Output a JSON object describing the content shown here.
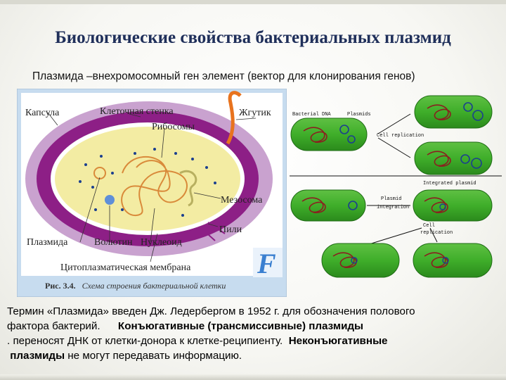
{
  "title": "Биологические свойства бактериальных плазмид",
  "subtitle": "Плазмида –внехромосомный ген элемент (вектор для клонирования генов)",
  "left_figure": {
    "labels": {
      "capsule": "Капсула",
      "cell_wall": "Клеточная стенка",
      "flagellum": "Жгутик",
      "ribosomes": "Рибосомы",
      "mesosome": "Мезосома",
      "pili": "Пили",
      "plasmid": "Плазмида",
      "volutin": "Волютин",
      "nucleoid": "Нуклеоид",
      "cytoplasmic_membrane": "Цитоплазматическая мембрана"
    },
    "caption_bold": "Рис. 3.4.",
    "caption": "Схема строения бактериальной клетки",
    "logo_letter": "F"
  },
  "right_figure": {
    "labels": {
      "bacterial_dna": "Bacterial DNA",
      "plasmids": "Plasmids",
      "cell_replication_1": "Cell replication",
      "integrated_plasmid": "Integrated plasmid",
      "plasmid_integration_1": "Plasmid",
      "plasmid_integration_2": "integration",
      "cell_replication_2a": "Cell",
      "cell_replication_2b": "replication"
    },
    "colors": {
      "cell_fill": "#3fae2a",
      "cell_edge": "#1e6b14",
      "dna": "#8a1f1f",
      "plasmid": "#1b3f8f"
    }
  },
  "body": {
    "line1": "Термин «Плазмида» введен Дж. Ледербергом в 1952 г. для обозначения полового",
    "line2_a": "фактора бактерий.",
    "line2_b": "Конъюгативные (трансмиссивные) плазмиды",
    "line3_a": ". переносят ДНК от клетки-донора к клетке-реципиенту.",
    "line3_b": "Неконъюгативные",
    "line4_a": "плазмиды",
    "line4_b": "не могут передавать информацию."
  }
}
